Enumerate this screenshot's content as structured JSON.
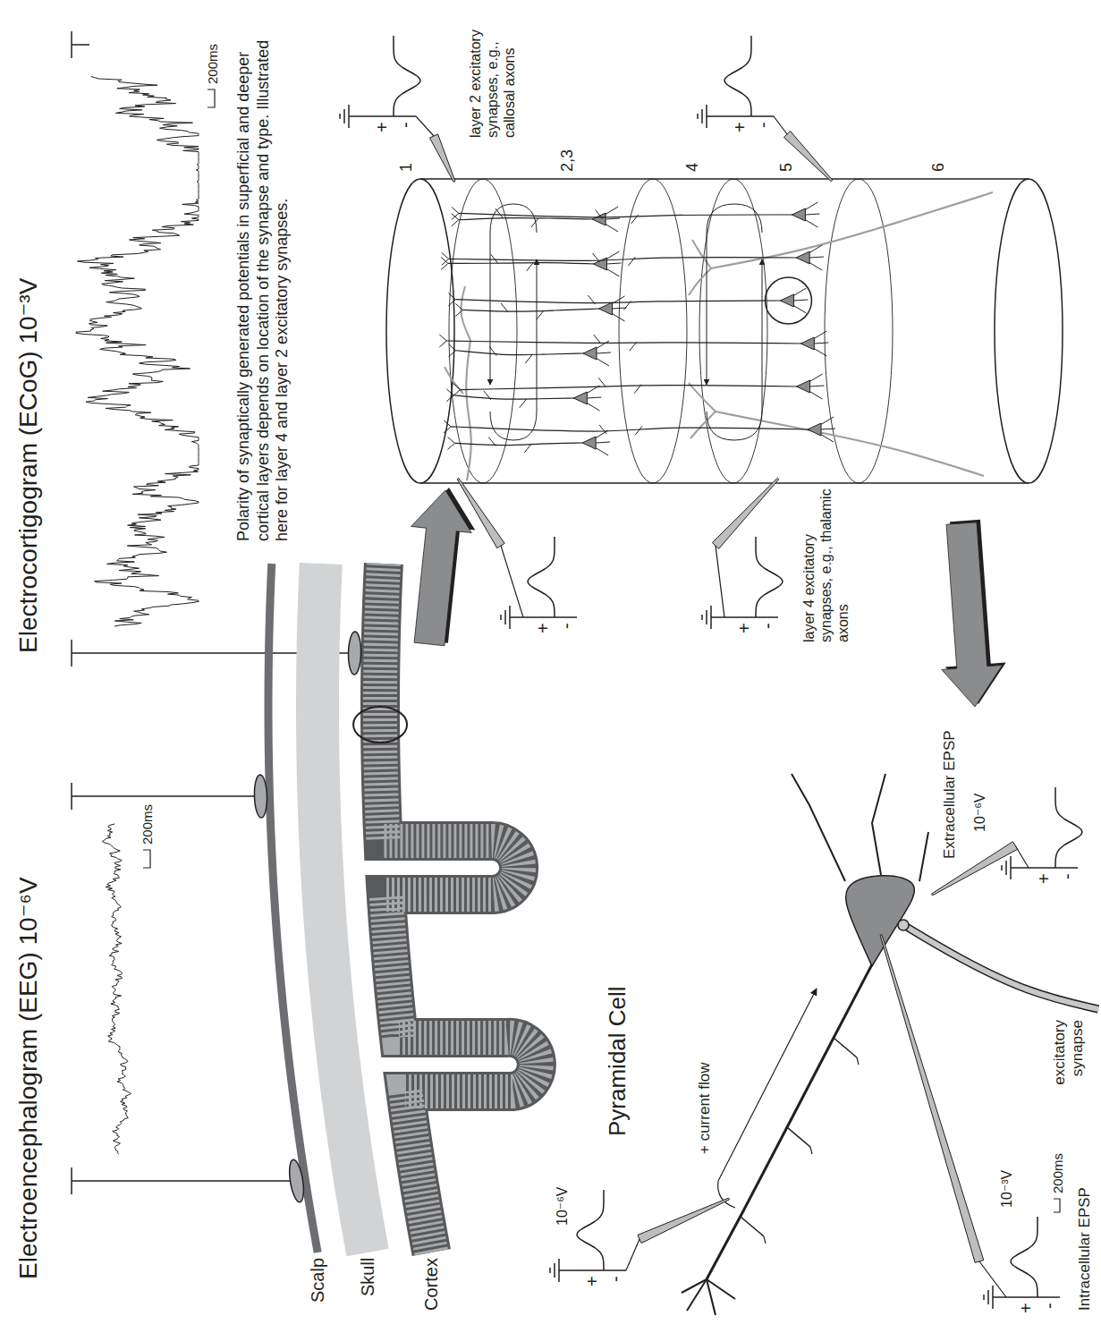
{
  "diagram": {
    "labels": [
      "Electroencephalogram (EEG) 10⁻⁶V",
      "200ms",
      "Electrocortigogram (ECoG) 10⁻³V",
      "200ms",
      "Scalp",
      "Skull",
      "Cortex",
      "Polarity of synaptically generated potentials in superficial and deeper cortical layers depends on location of the synapse and type. Illustrated here for layer 4 and layer 2 excitatory synapses.",
      "+",
      "-",
      "+",
      "-",
      "1",
      "2,3",
      "4",
      "5",
      "6",
      "+",
      "-",
      "layer 2 excitatory synapses, e.g., callosal axons",
      "+",
      "-",
      "layer 4 excitatory synapses, e.g., thalamic axons",
      "Pyramidal Cell",
      "10⁻⁶V",
      "+",
      "-",
      "+ current flow",
      "Extracellular EPSP",
      "10⁻⁶V",
      "+",
      "-",
      "Intracellular EPSP",
      "10⁻³V",
      "+",
      "-",
      "200ms",
      "excitatory synapse"
    ]
  }
}
